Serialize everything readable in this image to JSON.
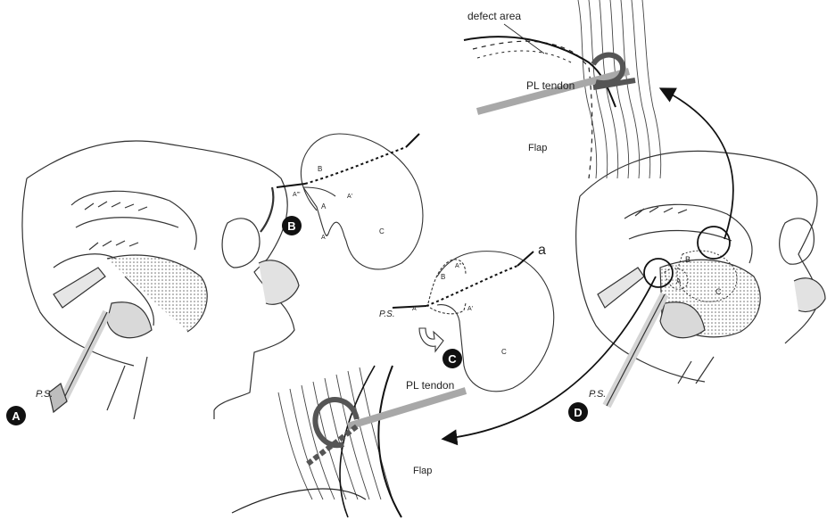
{
  "panels": {
    "a": {
      "badge": "A"
    },
    "b": {
      "badge": "B",
      "labels": {
        "b": "B",
        "a": "A",
        "a_prime": "A'",
        "a_double": "A\"",
        "a_triple": "A'\"",
        "c": "C"
      }
    },
    "c": {
      "badge": "C",
      "labels": {
        "a_line": "a",
        "b": "B",
        "a_double_top": "A\"",
        "a_triple": "A'\"",
        "a_prime": "A'",
        "c": "C"
      }
    },
    "d": {
      "badge": "D",
      "labels": {
        "b": "B",
        "a": "A",
        "c": "C"
      }
    }
  },
  "callouts": {
    "defect_area": "defect area",
    "pl_tendon_top": "PL tendon",
    "flap_top": "Flap",
    "pl_tendon_bottom": "PL tendon",
    "flap_bottom": "Flap"
  },
  "signature": "P.S.",
  "colors": {
    "line": "#222222",
    "dot_fill": "#bdbdbd",
    "tendon": "#a8a8a8",
    "badge": "#111111"
  }
}
